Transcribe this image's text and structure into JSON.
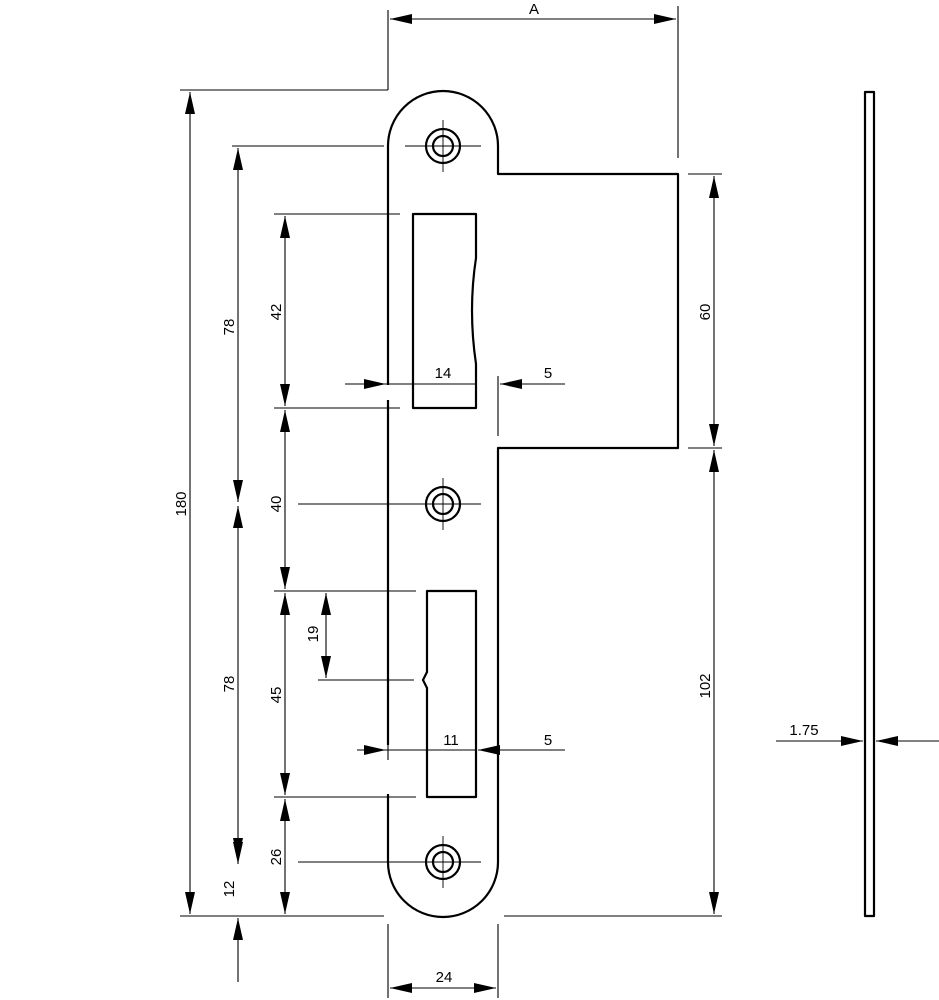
{
  "drawing": {
    "subject": "lock strike plate technical drawing",
    "units": "mm",
    "dimensions": {
      "overall_width": "A",
      "overall_height": "180",
      "hole_spacing_upper": "78",
      "hole_spacing_lower": "78",
      "upper_slot_height": "42",
      "upper_slot_width": "14",
      "upper_slot_offset": "5",
      "slot_gap": "40",
      "lower_slot_height": "45",
      "lower_slot_notch": "19",
      "lower_slot_width": "11",
      "lower_slot_offset": "5",
      "bottom_hole_from_slot": "26",
      "bottom_hole_from_edge": "12",
      "tongue_height": "60",
      "lower_body_height": "102",
      "plate_width": "24",
      "thickness": "1.75"
    },
    "icons": {
      "mounting_hole": "countersunk-screw-hole-icon"
    }
  }
}
